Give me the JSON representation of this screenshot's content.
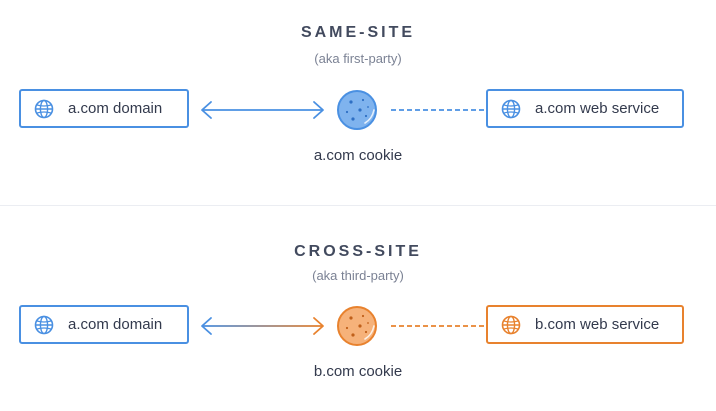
{
  "colors": {
    "blue": "#4a90e2",
    "orange": "#e8822e",
    "cookie_blue_fill": "#7fb3ee",
    "cookie_orange_fill": "#f6b27a"
  },
  "same_site": {
    "title": "SAME-SITE",
    "subtitle": "(aka first-party)",
    "left_box": {
      "label": "a.com domain",
      "icon": "globe-icon"
    },
    "right_box": {
      "label": "a.com web service",
      "icon": "globe-icon"
    },
    "cookie_label": "a.com cookie",
    "cookie_icon": "cookie-icon"
  },
  "cross_site": {
    "title": "CROSS-SITE",
    "subtitle": "(aka third-party)",
    "left_box": {
      "label": "a.com domain",
      "icon": "globe-icon"
    },
    "right_box": {
      "label": "b.com web service",
      "icon": "globe-icon"
    },
    "cookie_label": "b.com cookie",
    "cookie_icon": "cookie-icon"
  }
}
